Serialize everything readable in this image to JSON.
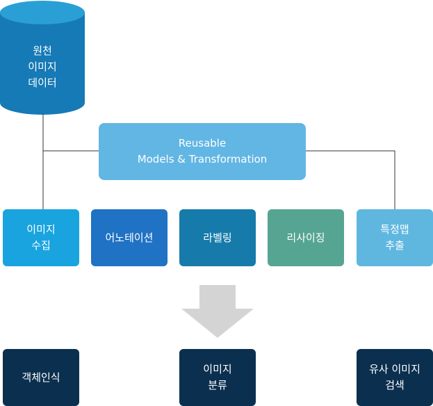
{
  "source": {
    "label": "원천\n이미지\n데이터"
  },
  "center": {
    "label": "Reusable\nModels & Transformation"
  },
  "stages": [
    {
      "label": "이미지\n수집"
    },
    {
      "label": "어노테이션"
    },
    {
      "label": "라벨링"
    },
    {
      "label": "리사이징"
    },
    {
      "label": "특정맵\n추출"
    }
  ],
  "outputs": [
    {
      "label": "객체인식"
    },
    {
      "label": "이미지\n분류"
    },
    {
      "label": "유사 이미지\n검색"
    }
  ],
  "colors": {
    "db_top": "#2a9fd6",
    "db_body": "#167ab6",
    "center": "#62b6e3",
    "stage_1": "#19a4e0",
    "stage_2": "#1f72c4",
    "stage_3": "#167bab",
    "stage_4": "#56a592",
    "stage_5": "#5fb7e0",
    "output": "#0b2f4f",
    "arrow": "#d4d4d4",
    "line": "#333333"
  }
}
